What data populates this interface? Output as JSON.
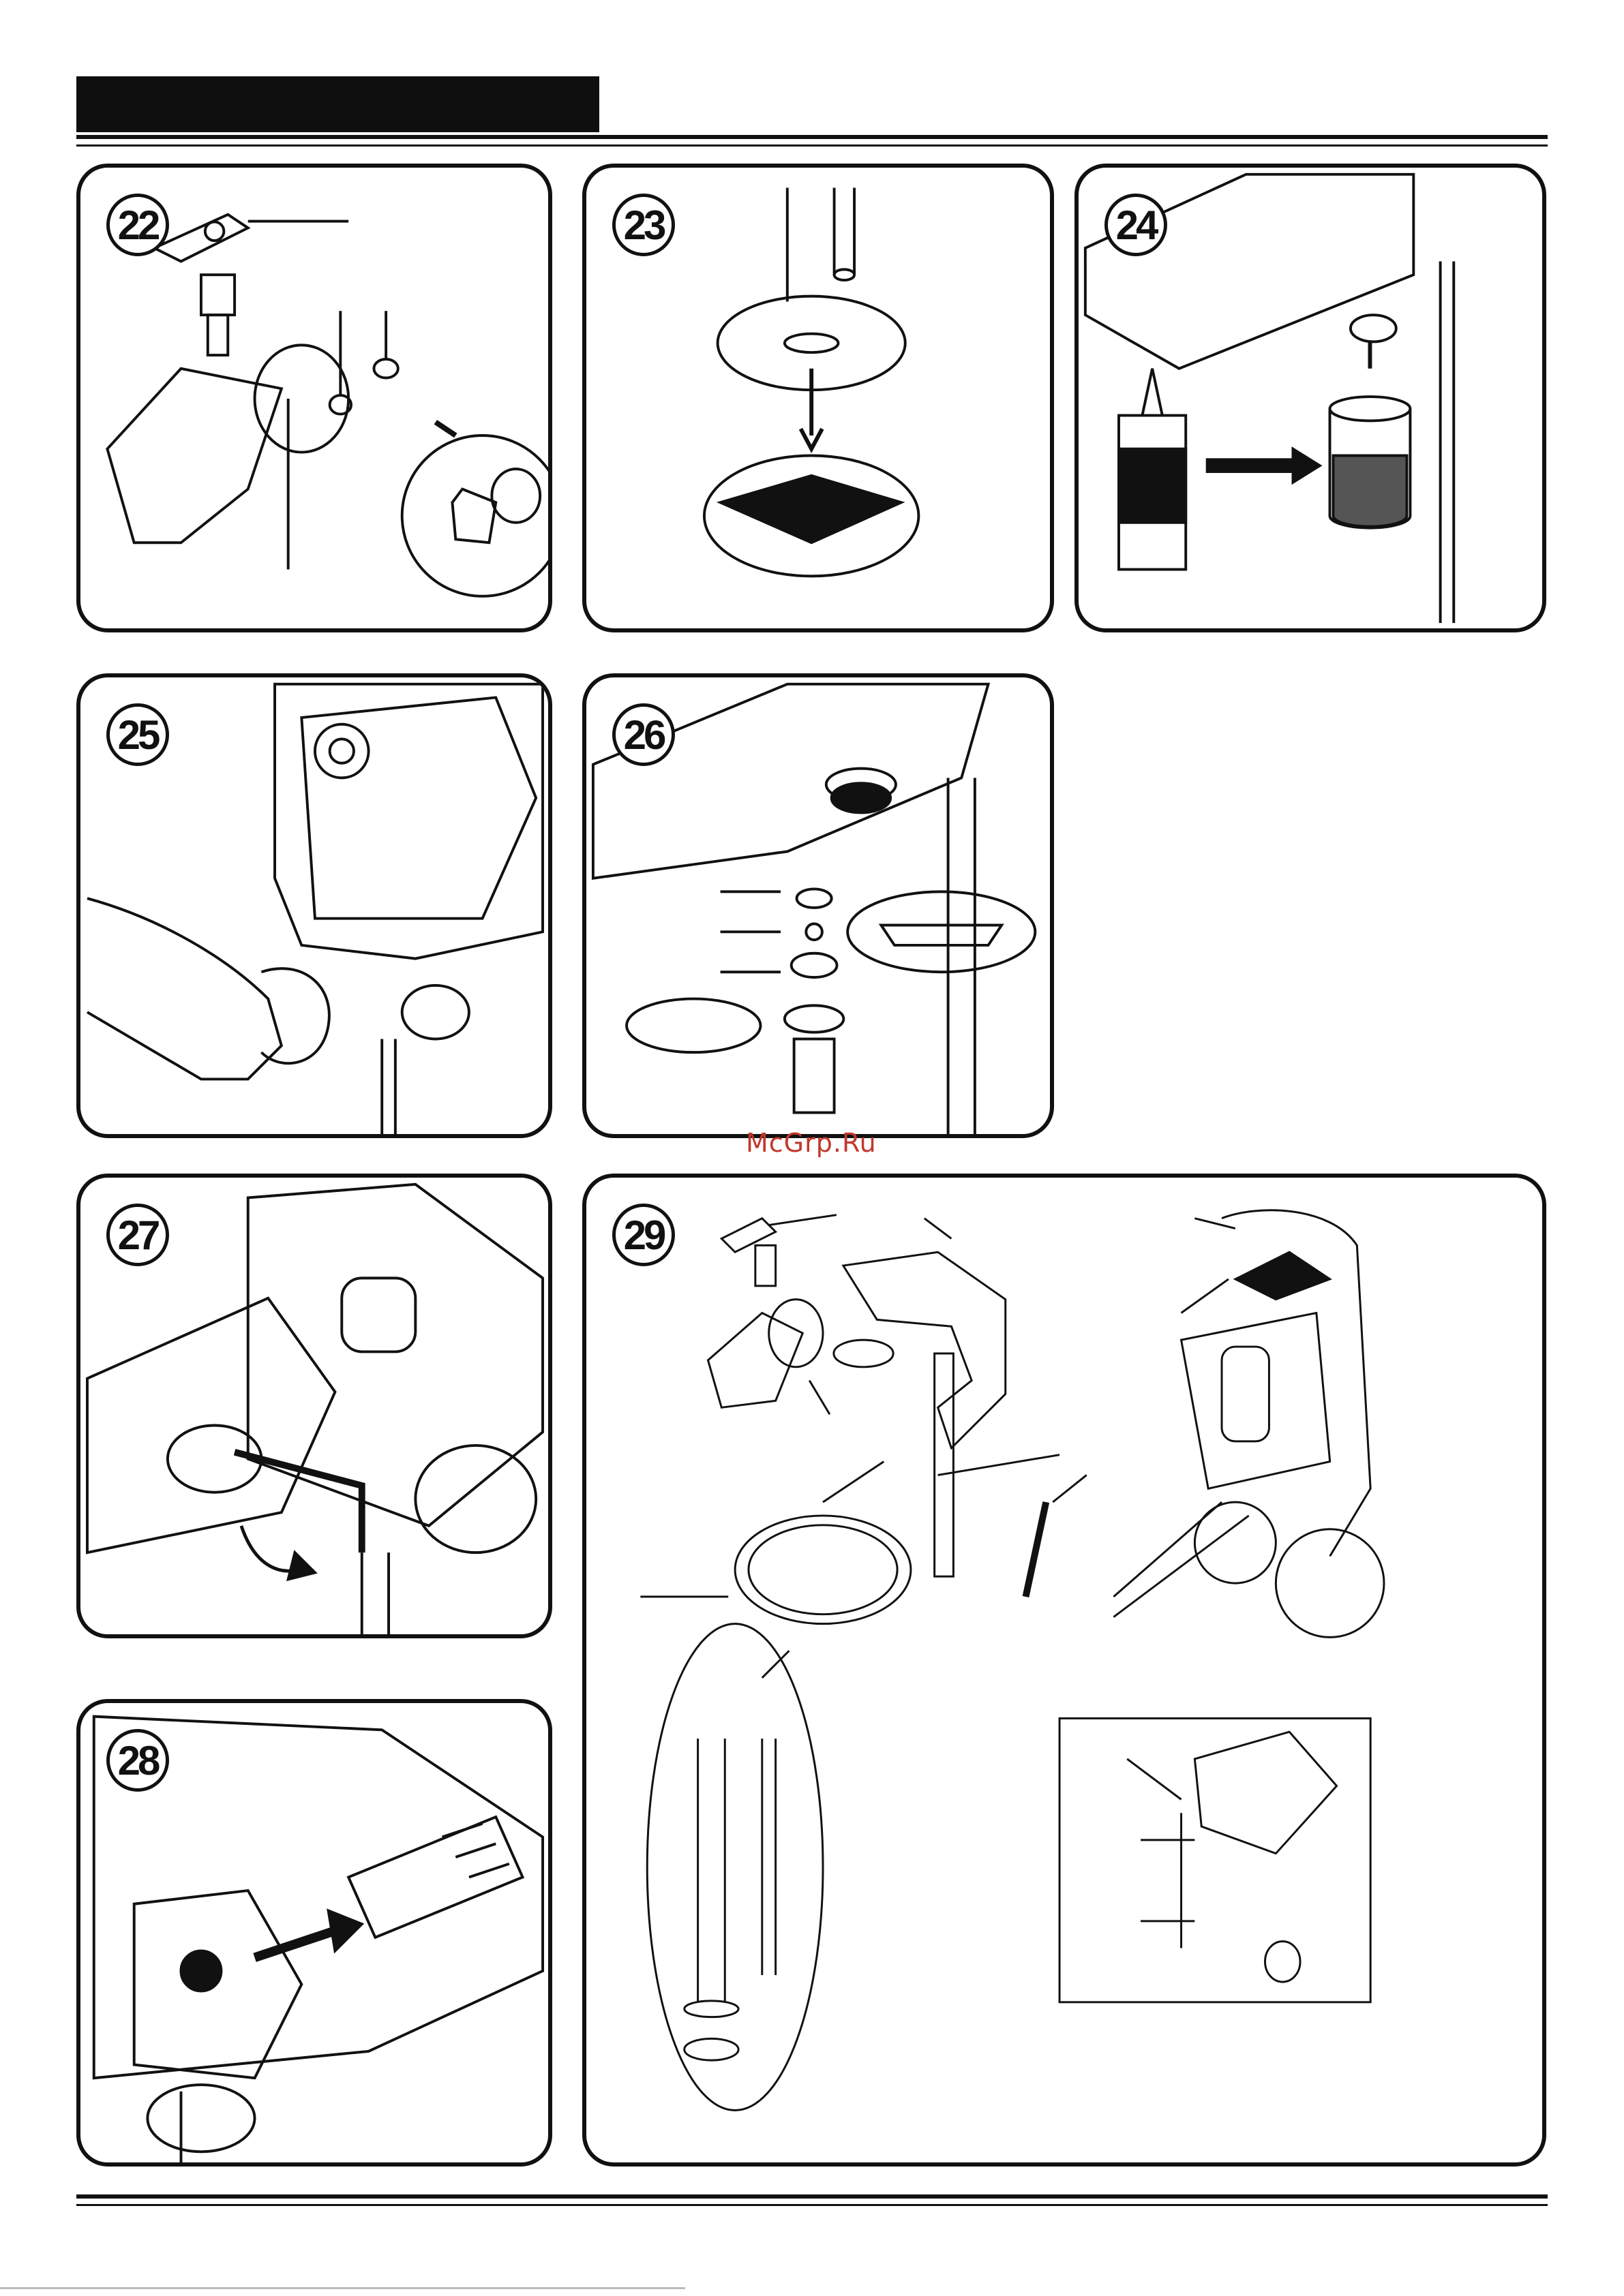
{
  "header": {
    "bar_color": "#0f0f0f"
  },
  "panels": [
    {
      "number": "22"
    },
    {
      "number": "23"
    },
    {
      "number": "24"
    },
    {
      "number": "25"
    },
    {
      "number": "26"
    },
    {
      "number": "27"
    },
    {
      "number": "28"
    },
    {
      "number": "29"
    }
  ],
  "watermark": {
    "text": "McGrp.Ru",
    "color": "#c0392b"
  }
}
